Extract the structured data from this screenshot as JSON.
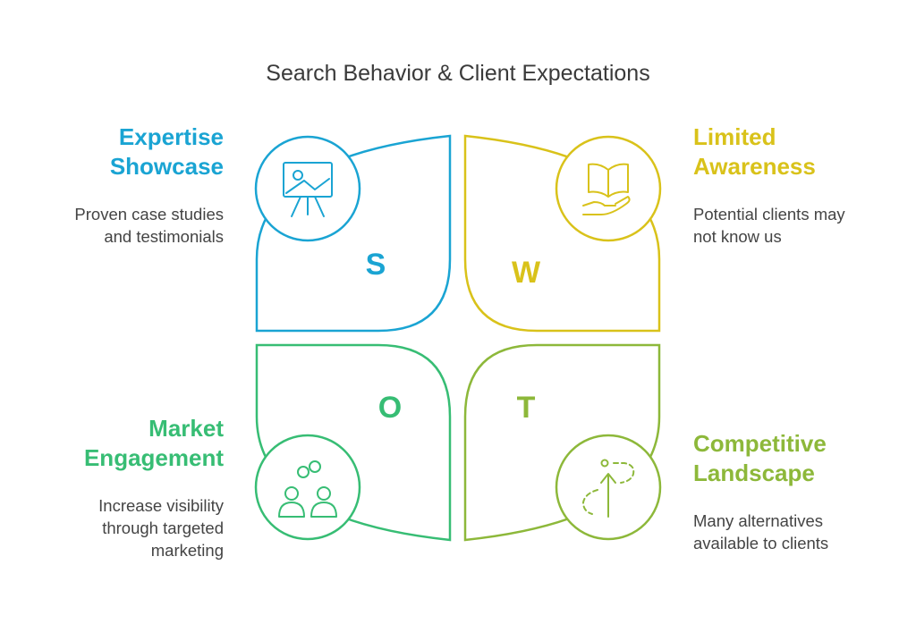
{
  "title": "Search Behavior & Client Expectations",
  "colors": {
    "s": "#1aa4d3",
    "w": "#d9c21a",
    "o": "#37bd74",
    "t": "#8db83a"
  },
  "quadrants": {
    "s": {
      "letter": "S",
      "heading_line1": "Expertise",
      "heading_line2": "Showcase",
      "desc_line1": "Proven case studies",
      "desc_line2": "and testimonials",
      "icon": "presentation-easel-icon"
    },
    "w": {
      "letter": "W",
      "heading_line1": "Limited",
      "heading_line2": "Awareness",
      "desc_line1": "Potential clients may",
      "desc_line2": "not know us",
      "icon": "open-book-in-hand-icon"
    },
    "o": {
      "letter": "O",
      "heading_line1": "Market",
      "heading_line2": "Engagement",
      "desc_line1": "Increase visibility",
      "desc_line2": "through targeted",
      "desc_line3": "marketing",
      "icon": "people-group-icon"
    },
    "t": {
      "letter": "T",
      "heading_line1": "Competitive",
      "heading_line2": "Landscape",
      "desc_line1": "Many alternatives",
      "desc_line2": "available to clients",
      "icon": "path-arrow-icon"
    }
  }
}
